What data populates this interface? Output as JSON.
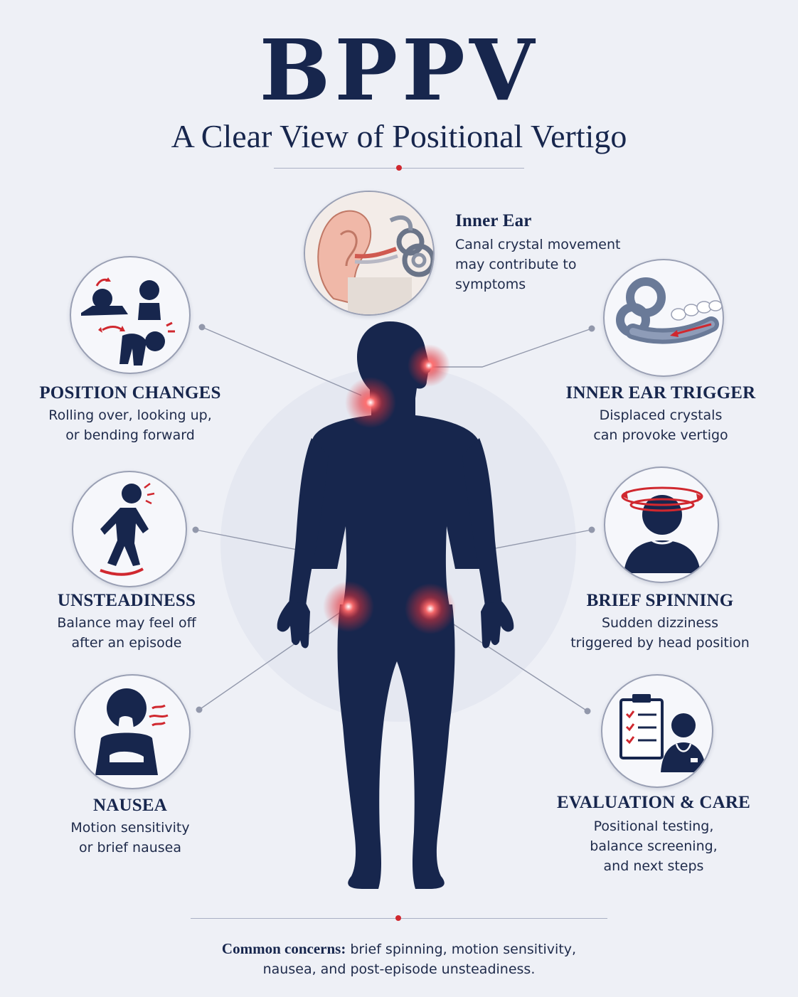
{
  "header": {
    "title": "BPPV",
    "subtitle": "A Clear View of Positional Vertigo"
  },
  "inner_ear": {
    "title": "Inner Ear",
    "lines": [
      "Canal crystal movement",
      "may contribute to",
      "symptoms"
    ],
    "icon": "inner-ear-anatomy-icon"
  },
  "left_items": [
    {
      "id": "position-changes",
      "title": "POSITION CHANGES",
      "lines": [
        "Rolling over, looking up,",
        "or bending forward"
      ],
      "icon": "position-change-people-icon"
    },
    {
      "id": "unsteadiness",
      "title": "UNSTEADINESS",
      "lines": [
        "Balance may feel off",
        "after an episode"
      ],
      "icon": "unsteady-walking-person-icon"
    },
    {
      "id": "nausea",
      "title": "NAUSEA",
      "lines": [
        "Motion sensitivity",
        "or brief nausea"
      ],
      "icon": "nauseous-person-icon"
    }
  ],
  "right_items": [
    {
      "id": "inner-ear-trigger",
      "title": "INNER EAR TRIGGER",
      "lines": [
        "Displaced crystals",
        "can provoke vertigo"
      ],
      "icon": "semicircular-canal-crystals-icon"
    },
    {
      "id": "brief-spinning",
      "title": "BRIEF SPINNING",
      "lines": [
        "Sudden dizziness",
        "triggered by head position"
      ],
      "icon": "spinning-head-icon"
    },
    {
      "id": "evaluation-care",
      "title": "EVALUATION & CARE",
      "lines": [
        "Positional testing,",
        "balance screening,",
        "and next steps"
      ],
      "icon": "clipboard-clinician-icon"
    }
  ],
  "footer": {
    "label": "Common concerns:",
    "text_line1": " brief spinning, motion sensitivity,",
    "text_line2": "nausea, and post-episode unsteadiness."
  },
  "colors": {
    "navy": "#17264d",
    "accent_red": "#d0282f",
    "background": "#eef0f6",
    "circle_border": "#9aa0b4"
  }
}
